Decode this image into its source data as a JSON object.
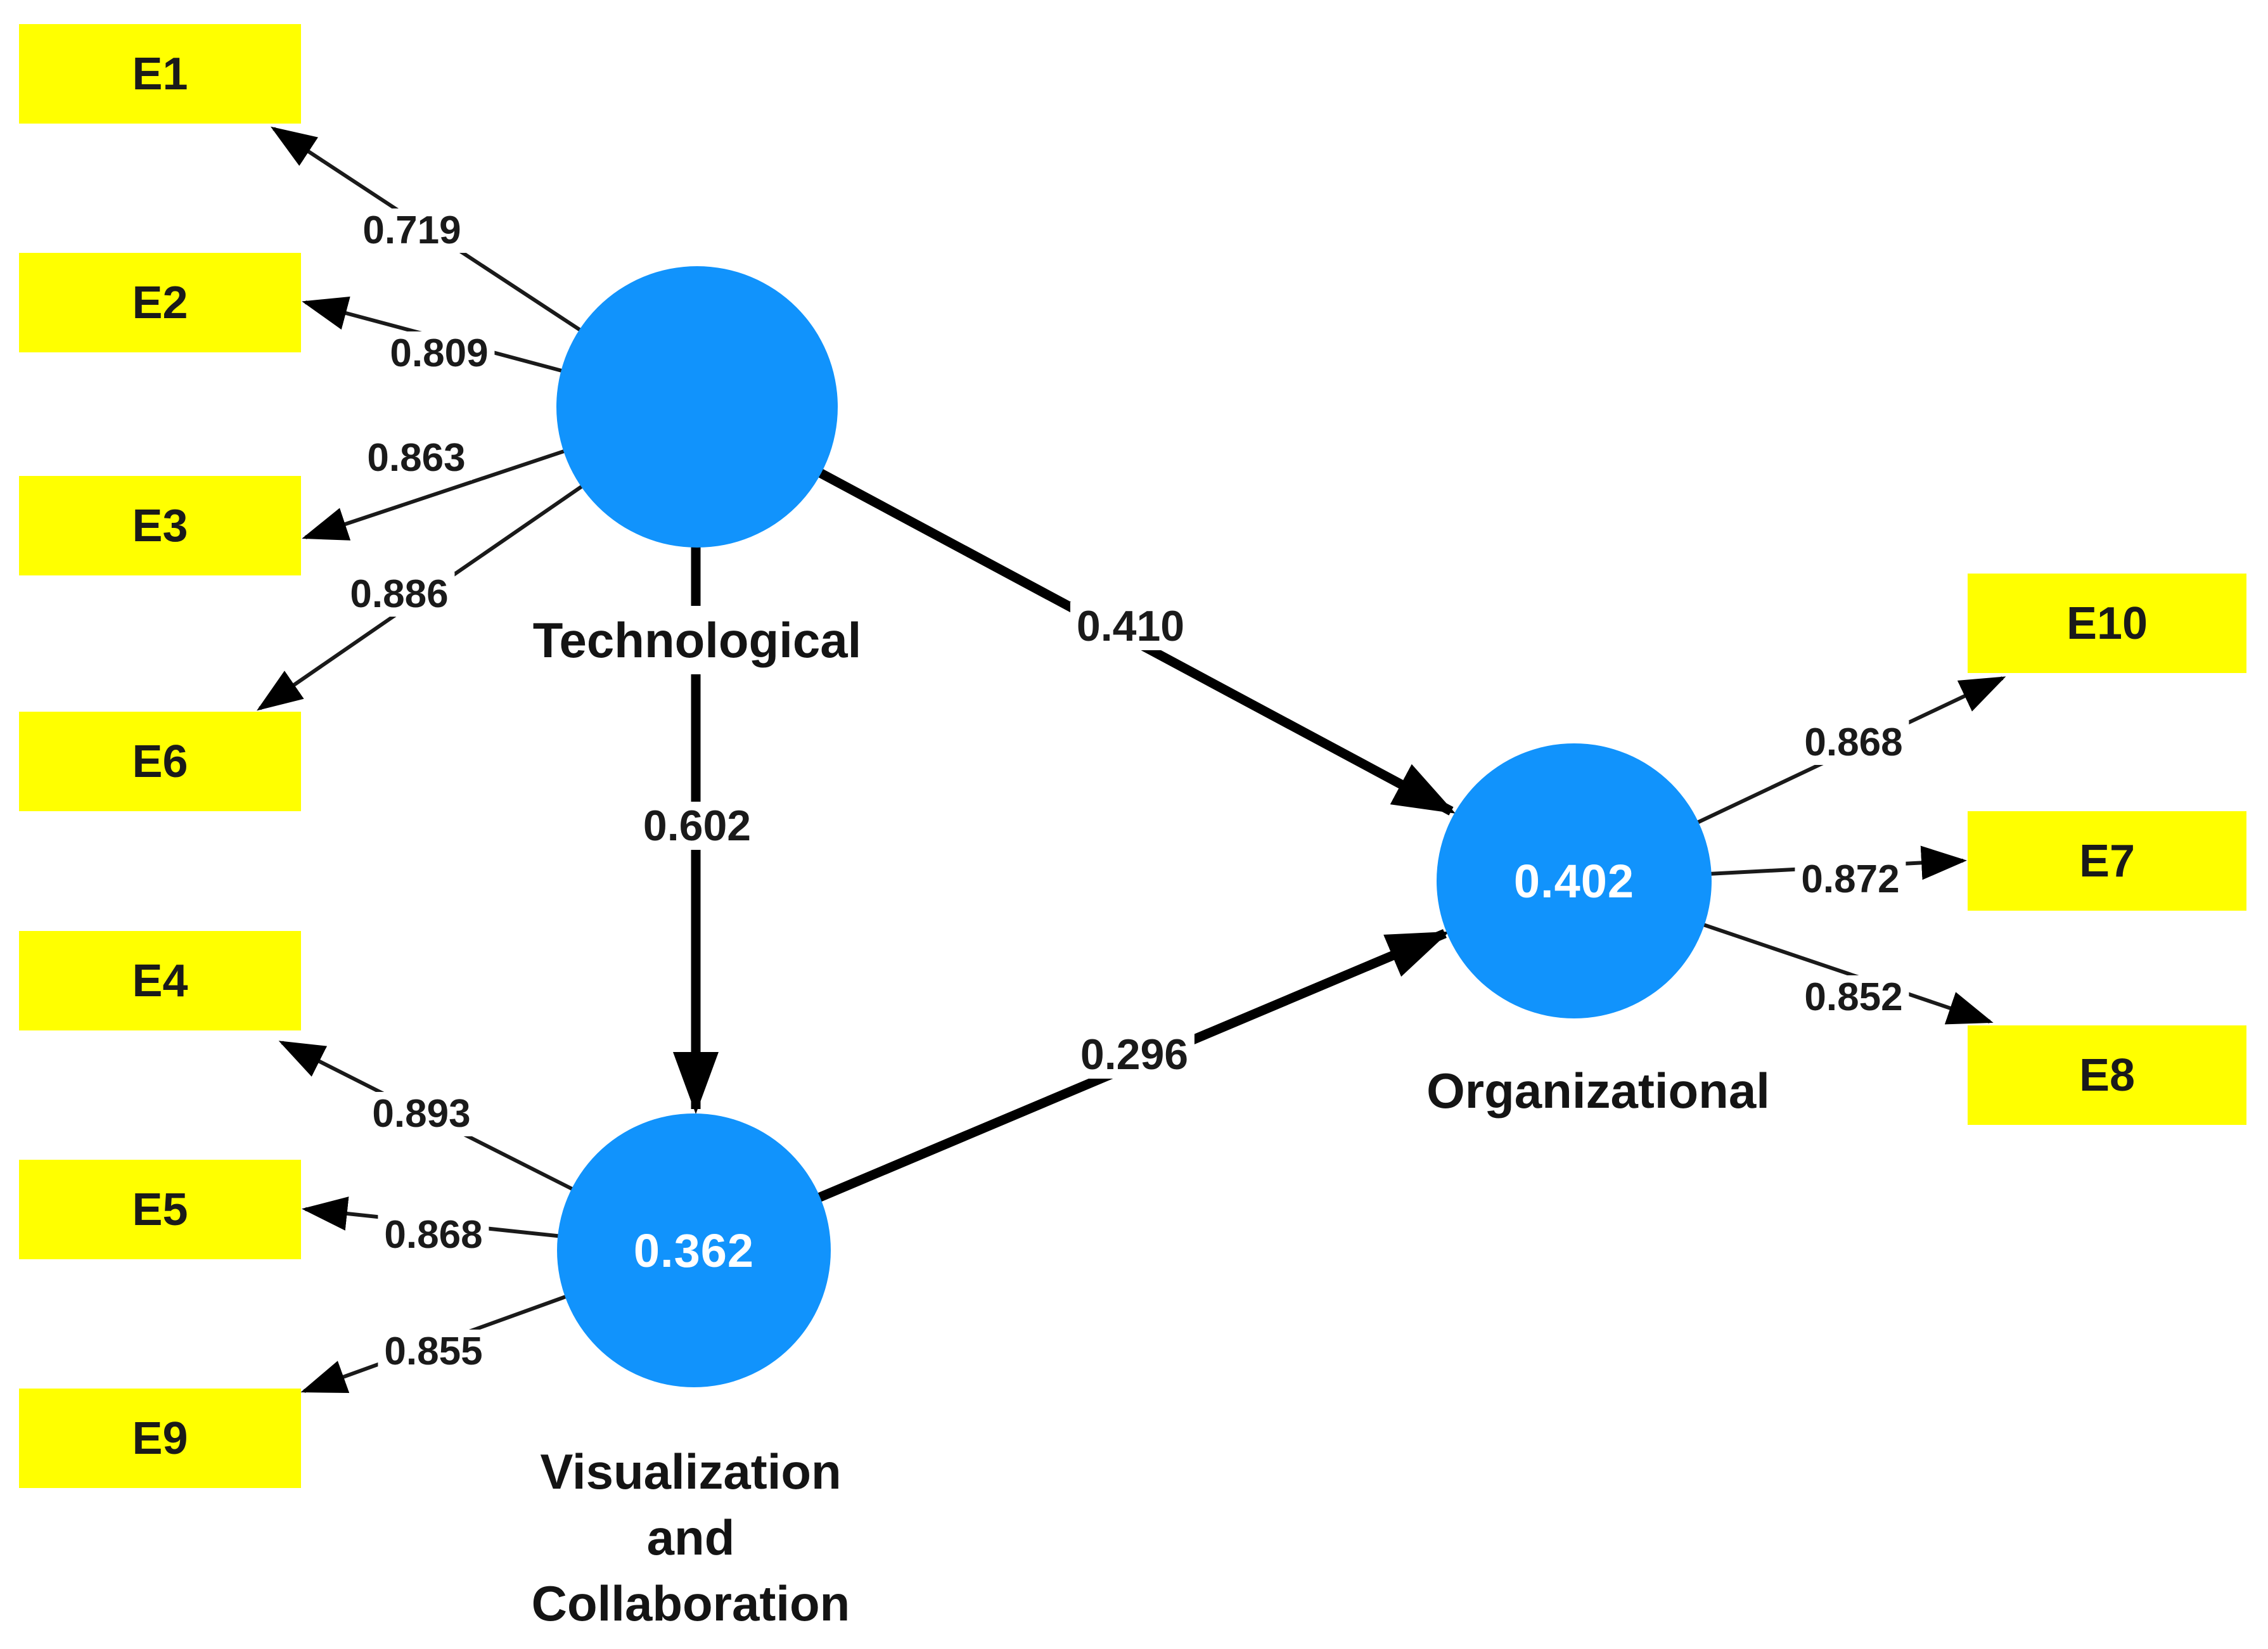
{
  "diagram": {
    "type": "structural-equation-model",
    "constructs": [
      {
        "id": "technological",
        "label": "Technological",
        "value": ""
      },
      {
        "id": "visualization-and-collaboration",
        "label": "Visualization and Collaboration",
        "label_lines": [
          "Visualization",
          "and",
          "Collaboration"
        ],
        "value": "0.362"
      },
      {
        "id": "organizational",
        "label": "Organizational",
        "value": "0.402"
      }
    ],
    "indicators": [
      {
        "label": "E1",
        "loading": "0.719",
        "construct": "technological"
      },
      {
        "label": "E2",
        "loading": "0.809",
        "construct": "technological"
      },
      {
        "label": "E3",
        "loading": "0.863",
        "construct": "technological"
      },
      {
        "label": "E6",
        "loading": "0.886",
        "construct": "technological"
      },
      {
        "label": "E4",
        "loading": "0.893",
        "construct": "visualization-and-collaboration"
      },
      {
        "label": "E5",
        "loading": "0.868",
        "construct": "visualization-and-collaboration"
      },
      {
        "label": "E9",
        "loading": "0.855",
        "construct": "visualization-and-collaboration"
      },
      {
        "label": "E10",
        "loading": "0.868",
        "construct": "organizational"
      },
      {
        "label": "E7",
        "loading": "0.872",
        "construct": "organizational"
      },
      {
        "label": "E8",
        "loading": "0.852",
        "construct": "organizational"
      }
    ],
    "paths": [
      {
        "from": "Technological",
        "to": "Organizational",
        "coefficient": "0.410"
      },
      {
        "from": "Technological",
        "to": "Visualization and Collaboration",
        "coefficient": "0.602"
      },
      {
        "from": "Visualization and Collaboration",
        "to": "Organizational",
        "coefficient": "0.296"
      }
    ],
    "colors": {
      "construct_fill": "#1193FC",
      "indicator_fill": "#FFFF00",
      "line": "#000000",
      "value_text": "#FFFFFF",
      "label_text": "#1A1A1A",
      "background": "#FFFFFF"
    }
  }
}
